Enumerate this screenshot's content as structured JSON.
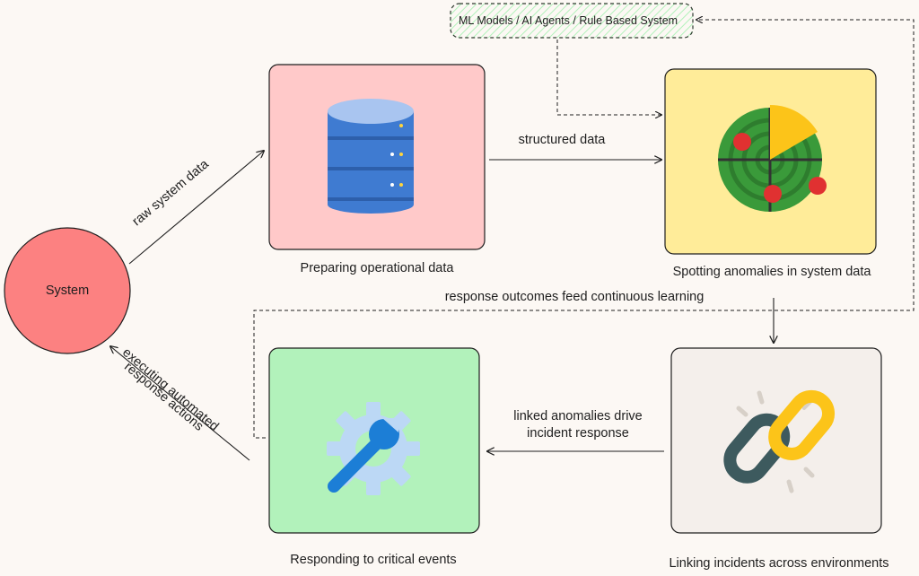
{
  "nodes": {
    "system": {
      "label": "System",
      "color": "#fc8181"
    },
    "ml_box": {
      "label": "ML Models / AI Agents / Rule Based System"
    },
    "prepare": {
      "label": "Preparing operational data",
      "color": "#ffc9c9",
      "icon": "database-icon"
    },
    "spot": {
      "label": "Spotting anomalies in system data",
      "color": "#ffec99",
      "icon": "radar-icon"
    },
    "link": {
      "label": "Linking incidents across environments",
      "color": "#f4efeb",
      "icon": "chain-link-icon"
    },
    "respond": {
      "label": "Responding to critical events",
      "color": "#b2f2bb",
      "icon": "wrench-gear-icon"
    }
  },
  "edges": {
    "raw": "raw system data",
    "structured": "structured data",
    "feedback": "response outcomes feed continuous learning",
    "linked_line1": "linked anomalies drive",
    "linked_line2": "incident response",
    "exec_line1": "executing automated",
    "exec_line2": "response actions"
  }
}
